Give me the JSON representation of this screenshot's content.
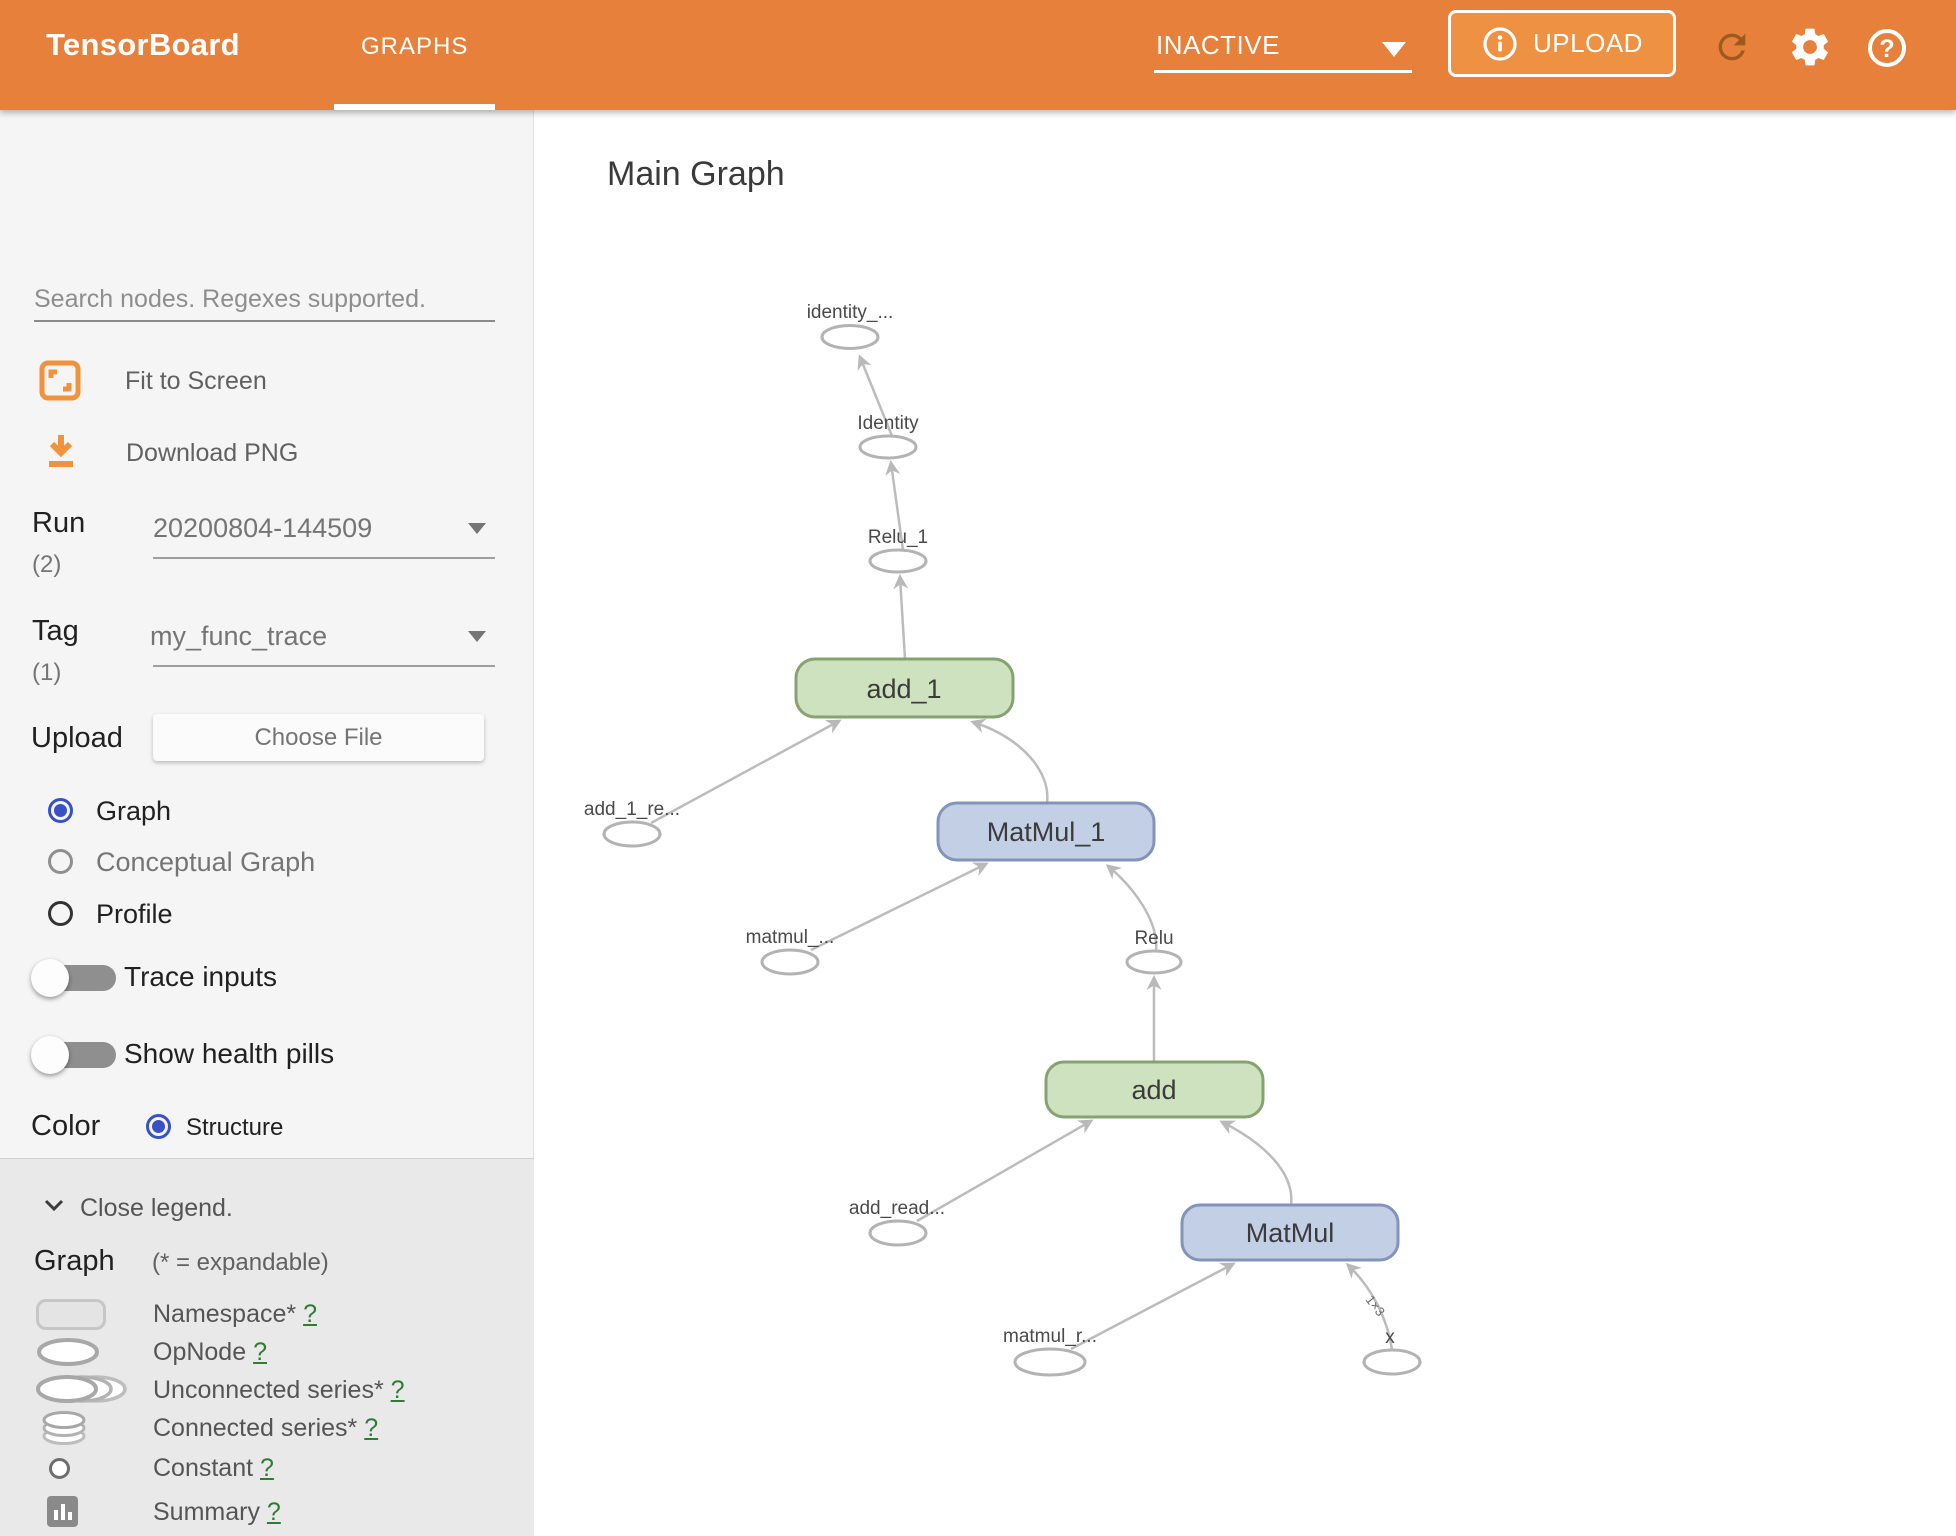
{
  "header": {
    "logo": "TensorBoard",
    "tabs": [
      {
        "label": "GRAPHS",
        "active": true
      }
    ],
    "status_dropdown": {
      "value": "INACTIVE"
    },
    "upload_button": {
      "label": "UPLOAD"
    },
    "help_glyph": "?",
    "icons": [
      "info-icon",
      "refresh-icon",
      "gear-icon",
      "help-icon",
      "caret-down-icon"
    ],
    "colors": {
      "bar": "#e7803a",
      "upload_fill": "#ef9143",
      "refresh_icon": "#9b5a1e"
    }
  },
  "sidebar": {
    "search_placeholder": "Search nodes. Regexes supported.",
    "fit_to_screen": "Fit to Screen",
    "download_png": "Download PNG",
    "run": {
      "label": "Run",
      "count": "(2)",
      "value": "20200804-144509"
    },
    "tag": {
      "label": "Tag",
      "count": "(1)",
      "value": "my_func_trace"
    },
    "upload": {
      "label": "Upload",
      "button": "Choose File"
    },
    "graph_type_options": [
      {
        "label": "Graph",
        "selected": true
      },
      {
        "label": "Conceptual Graph",
        "selected": false
      },
      {
        "label": "Profile",
        "selected": false
      }
    ],
    "toggles": [
      {
        "label": "Trace inputs",
        "on": false
      },
      {
        "label": "Show health pills",
        "on": false
      }
    ],
    "color_by": {
      "label": "Color",
      "option": "Structure",
      "selected": true
    },
    "legend": {
      "close": "Close legend.",
      "title": "Graph",
      "subtitle": "(* = expandable)",
      "items": [
        {
          "label": "Namespace*",
          "help": "?"
        },
        {
          "label": "OpNode",
          "help": "?"
        },
        {
          "label": "Unconnected series*",
          "help": "?"
        },
        {
          "label": "Connected series*",
          "help": "?"
        },
        {
          "label": "Constant",
          "help": "?"
        },
        {
          "label": "Summary",
          "help": "?"
        }
      ]
    }
  },
  "main": {
    "title": "Main Graph",
    "graph": {
      "namespace_nodes": [
        {
          "label": "add_1",
          "fill": "#cfe2bf",
          "border": "#85a371"
        },
        {
          "label": "MatMul_1",
          "fill": "#c3cfe5",
          "border": "#8393b9"
        },
        {
          "label": "add",
          "fill": "#cfe2bf",
          "border": "#85a371"
        },
        {
          "label": "MatMul",
          "fill": "#c3cfe5",
          "border": "#8393b9"
        }
      ],
      "op_nodes": [
        {
          "label": "identity_..."
        },
        {
          "label": "Identity"
        },
        {
          "label": "Relu_1"
        },
        {
          "label": "add_1_re..."
        },
        {
          "label": "matmul_..."
        },
        {
          "label": "Relu"
        },
        {
          "label": "add_read..."
        },
        {
          "label": "matmul_r..."
        },
        {
          "label": "x"
        }
      ],
      "edges": [
        {
          "from": "Identity",
          "to": "identity_..."
        },
        {
          "from": "Relu_1",
          "to": "Identity"
        },
        {
          "from": "add_1",
          "to": "Relu_1"
        },
        {
          "from": "add_1_re...",
          "to": "add_1"
        },
        {
          "from": "MatMul_1",
          "to": "add_1"
        },
        {
          "from": "matmul_...",
          "to": "MatMul_1"
        },
        {
          "from": "Relu",
          "to": "MatMul_1"
        },
        {
          "from": "add",
          "to": "Relu"
        },
        {
          "from": "add_read...",
          "to": "add"
        },
        {
          "from": "MatMul",
          "to": "add"
        },
        {
          "from": "matmul_r...",
          "to": "MatMul"
        },
        {
          "from": "x",
          "to": "MatMul"
        }
      ],
      "edge_shape_label": "1×3"
    }
  }
}
